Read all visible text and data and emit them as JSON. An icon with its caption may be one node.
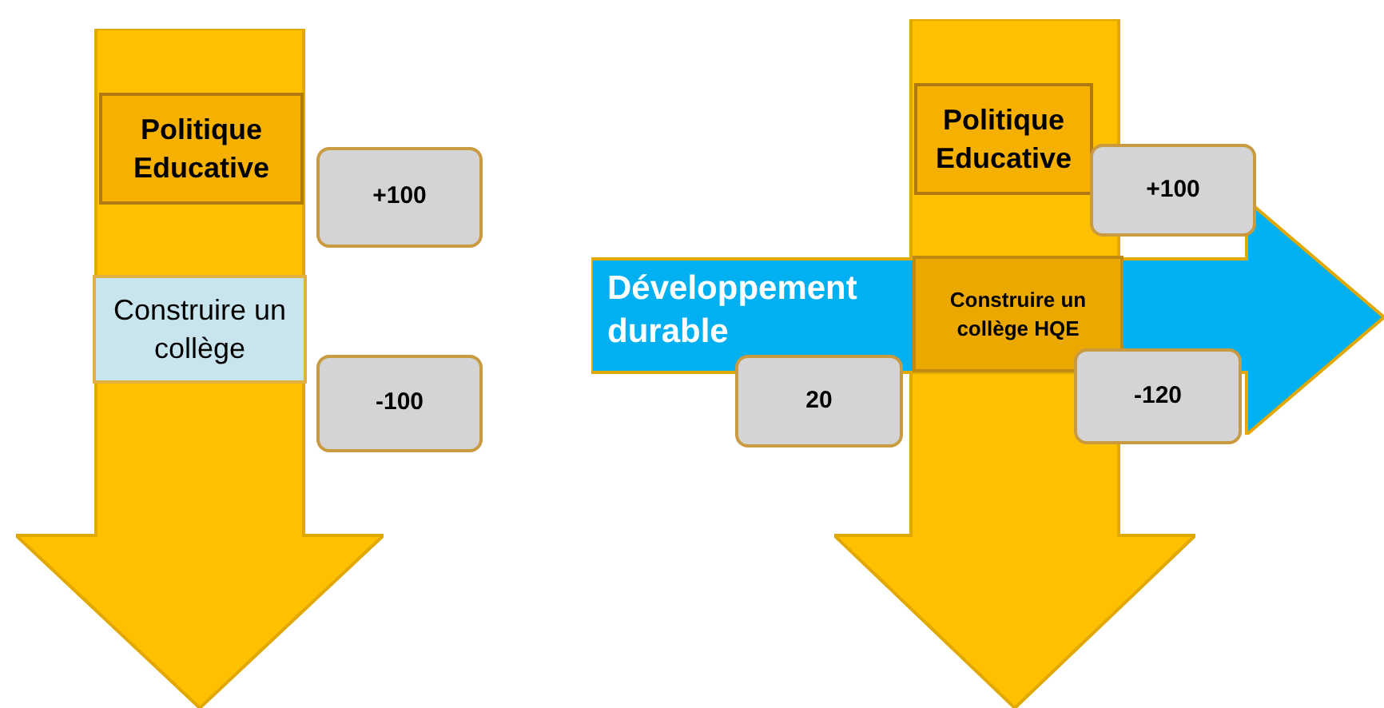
{
  "diagram": {
    "nodes": [
      {
        "text": [],
        "shape": "arrow"
      },
      {
        "text": [
          "Politique Educative"
        ],
        "in": 0
      },
      {
        "text": [
          "+100"
        ]
      },
      {
        "text": [
          "Construire un collège"
        ],
        "in": 0
      },
      {
        "text": [
          "-100"
        ]
      },
      {
        "text": [],
        "shape": "arrow"
      },
      {
        "text": [
          "Politique Educative"
        ],
        "in": 5
      },
      {
        "text": [
          "+100"
        ]
      },
      {
        "text": [
          "Développement durable"
        ]
      },
      {
        "text": [
          "Construire un collège HQE"
        ]
      },
      {
        "text": [
          "20"
        ]
      },
      {
        "text": [
          "-120"
        ]
      }
    ]
  }
}
